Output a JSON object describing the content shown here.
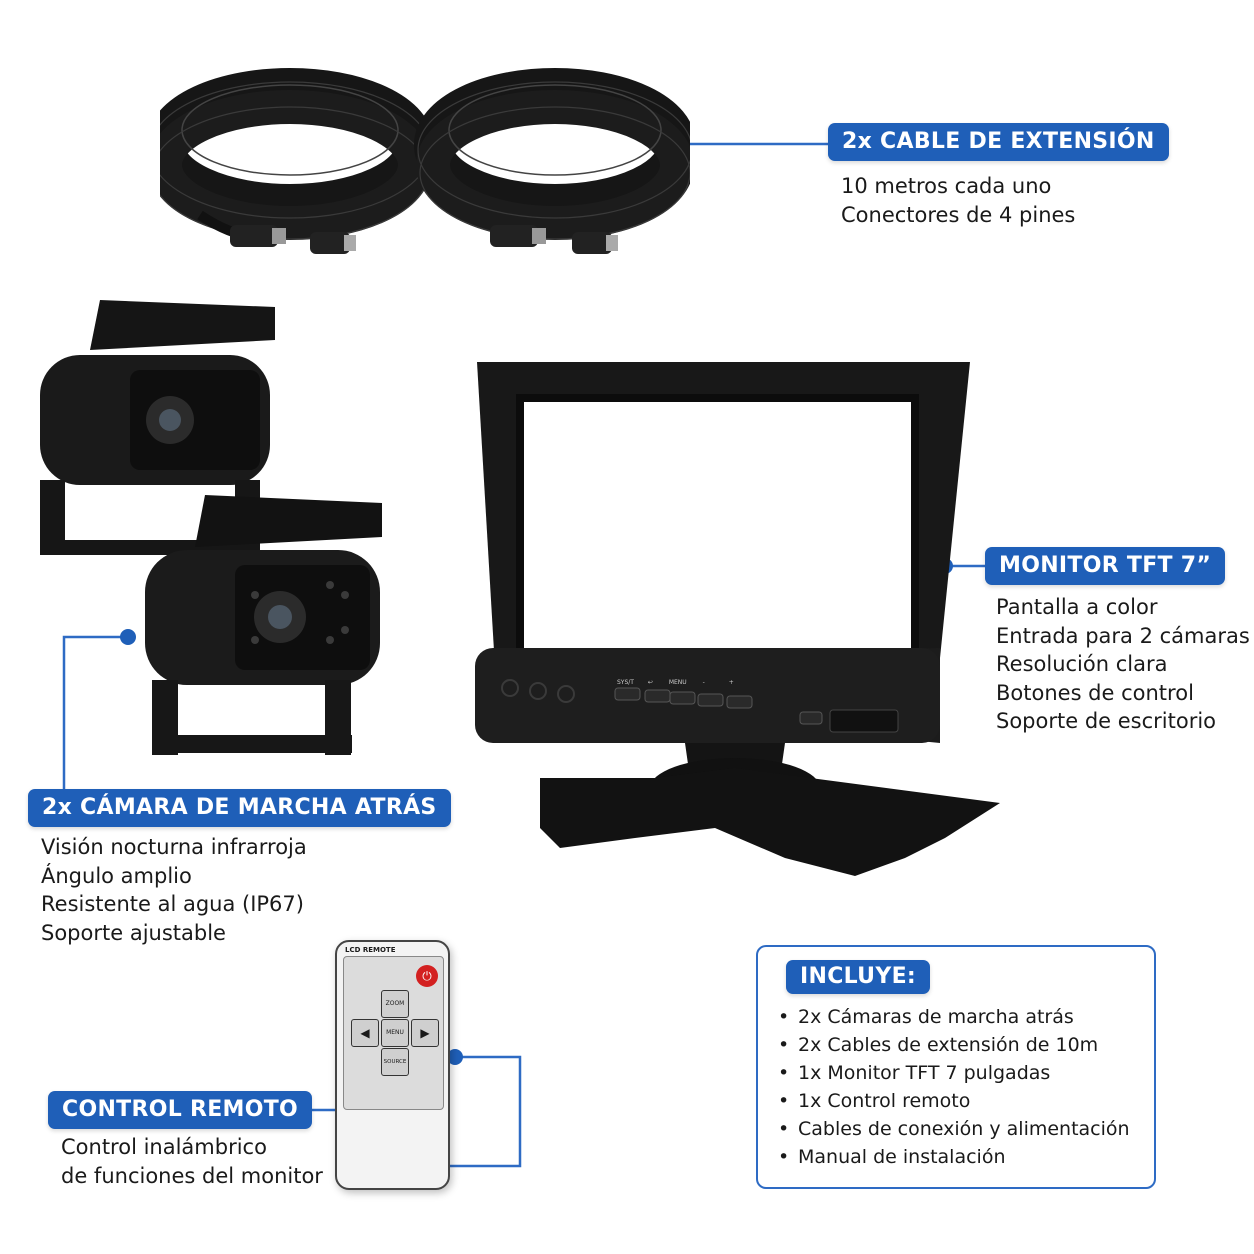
{
  "colors": {
    "accent": "#1f5fb8",
    "line": "#2e6bc4",
    "product": "#111111"
  },
  "cables": {
    "title": "2x CABLE DE EXTENSIÓN",
    "lines": [
      "10 metros cada uno",
      "Conectores de 4 pines"
    ]
  },
  "monitor": {
    "title": "MONITOR TFT 7”",
    "lines": [
      "Pantalla a color",
      "Entrada para 2 cámaras",
      "Resolución clara",
      "Botones de control",
      "Soporte de escritorio"
    ],
    "buttons": [
      "SYS/T",
      "↩",
      "MENU",
      "-",
      "+"
    ]
  },
  "cameras": {
    "title": "2x CÁMARA DE MARCHA ATRÁS",
    "lines": [
      "Visión nocturna infrarroja",
      "Ángulo amplio",
      "Resistente al agua (IP67)",
      "Soporte ajustable"
    ]
  },
  "remote": {
    "title": "CONTROL REMOTO",
    "lines": [
      "Control inalámbrico",
      "de funciones del monitor"
    ],
    "header": "LCD REMOTE",
    "keys": {
      "up": "ZOOM",
      "center": "MENU",
      "down": "SOURCE"
    }
  },
  "includes": {
    "title": "INCLUYE:",
    "bullet": "•",
    "items": [
      "2x Cámaras de marcha atrás",
      "2x Cables de extensión de 10m",
      "1x Monitor TFT 7 pulgadas",
      "1x Control remoto",
      "Cables de conexión y alimentación",
      "Manual de instalación"
    ]
  }
}
